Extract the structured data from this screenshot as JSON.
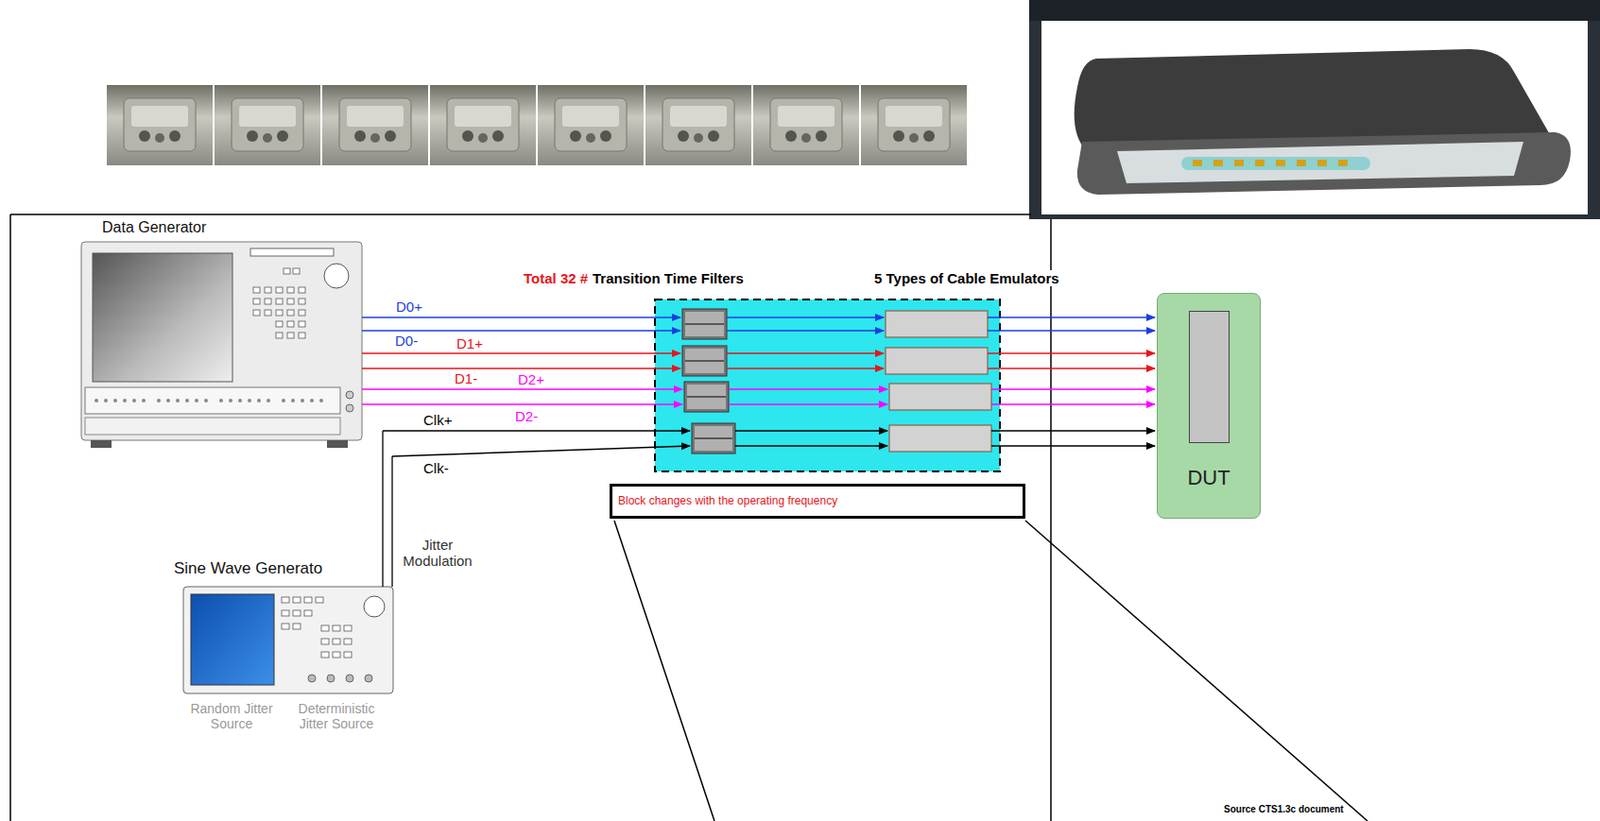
{
  "diagram": {
    "nodes": [
      {
        "text": [
          "Data Generator"
        ]
      },
      {
        "text": [
          "DUT"
        ]
      },
      {
        "text": [
          "Block changes with the operating frequency"
        ]
      },
      {
        "text": [
          "Sine Wave Generato"
        ]
      }
    ],
    "labels": [
      "Total 32 #",
      "Transition Time Filters",
      "5 Types of Cable Emulators",
      "D0+",
      "D0-",
      "D1+",
      "D1-",
      "D2+",
      "D2-",
      "Clk+",
      "Clk-",
      "Jitter Modulation",
      "Random Jitter Source",
      "Deterministic Jitter Source",
      "Source CTS1.3c document"
    ]
  }
}
